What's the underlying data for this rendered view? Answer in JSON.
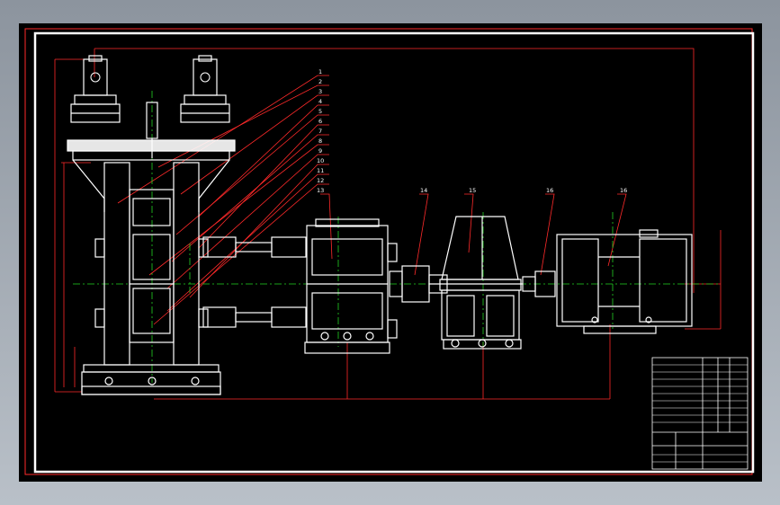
{
  "drawing": {
    "callouts": [
      "1",
      "2",
      "3",
      "4",
      "5",
      "6",
      "7",
      "8",
      "9",
      "10",
      "11",
      "12",
      "13",
      "14",
      "15",
      "16"
    ]
  },
  "colors": {
    "background": "#000000",
    "linework": "#ffffff",
    "dimension": "#ff2a2a",
    "centerline": "#22d322",
    "frame": "#ffffff"
  }
}
